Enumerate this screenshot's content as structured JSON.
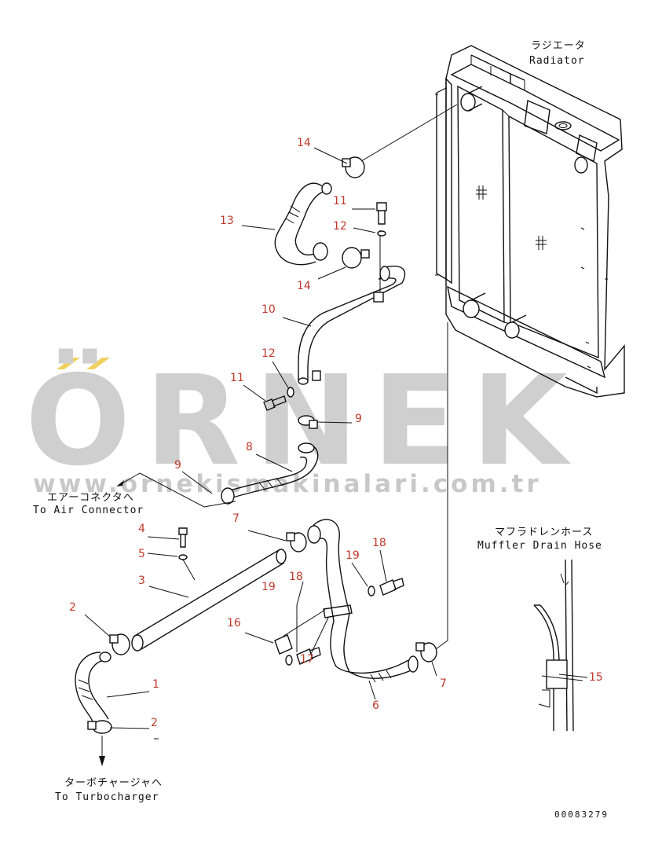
{
  "watermark": {
    "brand": "ÖRNEK",
    "url": "www.ornekismakinalari.com.tr",
    "accent_color": "#f0d060"
  },
  "labels": {
    "radiator_jp": "ラジエータ",
    "radiator_en": "Radiator",
    "air_connector_jp": "エアーコネクタへ",
    "air_connector_en": "To Air Connector",
    "muffler_jp": "マフラドレンホース",
    "muffler_en": "Muffler Drain Hose",
    "turbo_jp": "ターボチャージャへ",
    "turbo_en": "To Turbocharger"
  },
  "drawing_number": "00083279",
  "callouts": {
    "c14a": "14",
    "c13": "13",
    "c11a": "11",
    "c12a": "12",
    "c14b": "14",
    "c10": "10",
    "c12b": "12",
    "c11b": "11",
    "c9a": "9",
    "c8": "8",
    "c9b": "9",
    "c7a": "7",
    "c4": "4",
    "c5": "5",
    "c3": "3",
    "c18a": "18",
    "c19a": "19",
    "c18b": "18",
    "c19b": "19",
    "c16": "16",
    "c2a": "2",
    "c17": "17",
    "c7b": "7",
    "c15": "15",
    "c1": "1",
    "c6": "6",
    "c2b": "2"
  },
  "colors": {
    "callout": "#c0392b",
    "line": "#111111",
    "watermark": "#cfcfcf"
  }
}
